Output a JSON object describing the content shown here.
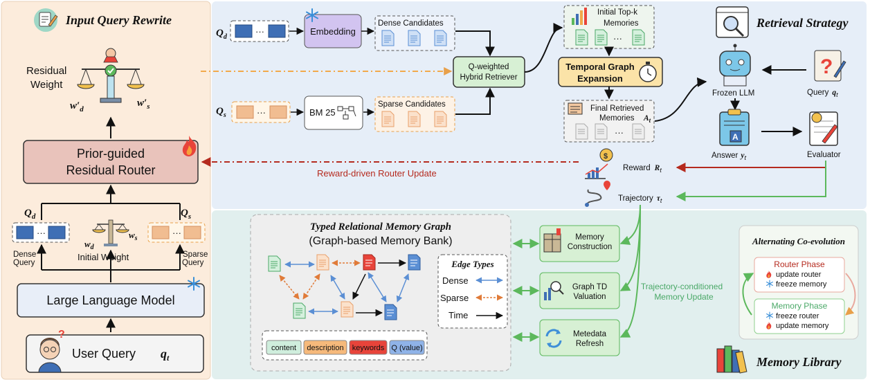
{
  "sections": {
    "input_rewrite": "Input Query Rewrite",
    "retrieval_strategy": "Retrieval Strategy",
    "memory_library": "Memory Library"
  },
  "left": {
    "residual_weight_line1": "Residual",
    "residual_weight_line2": "Weight",
    "w_d_prime": "w′",
    "w_d_sub": "d",
    "w_s_prime": "w′",
    "w_s_sub": "s",
    "router_line1": "Prior-guided",
    "router_line2": "Residual Router",
    "q_d": "Q",
    "q_d_sub": "d",
    "q_s": "Q",
    "q_s_sub": "s",
    "dense_query_1": "Dense",
    "dense_query_2": "Query",
    "sparse_query_1": "Sparse",
    "sparse_query_2": "Query",
    "initial_weight": "Initial  Weight",
    "w_d": "w",
    "w_d_sub2": "d",
    "w_s": "w",
    "w_s_sub2": "s",
    "llm": "Large Language Model",
    "user_query": "User Query",
    "q_t": "q",
    "q_t_sub": "t",
    "ellipsis": "···"
  },
  "retrieval": {
    "qd": "Q",
    "qd_sub": "d",
    "qs": "Q",
    "qs_sub": "s",
    "embedding": "Embedding",
    "bm25": "BM 25",
    "dense_candidates": "Dense Candidates",
    "sparse_candidates": "Sparse Candidates",
    "hybrid_line1": "Q-weighted",
    "hybrid_line2": "Hybrid Retriever",
    "topk_line1": "Initial Top-k",
    "topk_line2": "Memories",
    "temporal_line1": "Temporal Graph",
    "temporal_line2": "Expansion",
    "final_line1": "Final Retrieved",
    "final_line2": "Memories",
    "a_t": "A",
    "a_t_sub": "t",
    "frozen_llm": "Frozen LLM",
    "query_label": "Query",
    "query_qt": "q",
    "query_qt_sub": "t",
    "answer_label": "Answer",
    "answer_y": "y",
    "answer_y_sub": "t",
    "evaluator": "Evaluator",
    "reward_label": "Reward",
    "reward_r": "R",
    "reward_r_sub": "t",
    "trajectory_label": "Trajectory",
    "trajectory_tau": "τ",
    "trajectory_tau_sub": "t",
    "reward_update": "Reward-driven Router Update",
    "ellipsis": "···"
  },
  "memory": {
    "graph_title": "Typed Relational Memory Graph",
    "graph_subtitle": "(Graph-based Memory Bank)",
    "edge_types_title": "Edge Types",
    "edges": [
      {
        "label": "Dense",
        "color": "#5b8fd4"
      },
      {
        "label": "Sparse",
        "color": "#e07b39"
      },
      {
        "label": "Time",
        "color": "#000000"
      }
    ],
    "tags": [
      {
        "label": "content",
        "color": "#cfeedd"
      },
      {
        "label": "description",
        "color": "#f6b97b"
      },
      {
        "label": "keywords",
        "color": "#e8443a"
      },
      {
        "label": "Q (value)",
        "color": "#8fb3e8"
      }
    ],
    "ops": [
      {
        "line1": "Memory",
        "line2": "Construction"
      },
      {
        "line1": "Graph TD",
        "line2": "Valuation"
      },
      {
        "line1": "Metedata",
        "line2": "Refresh"
      }
    ],
    "update_line1": "Trajectory-conditioned",
    "update_line2": "Memory Update",
    "coevo_title": "Alternating Co-evolution",
    "router_phase": "Router Phase",
    "router_items": [
      "update router",
      "freeze memory"
    ],
    "memory_phase": "Memory Phase",
    "memory_items": [
      "freeze router",
      "update memory"
    ],
    "ellipsis": "···"
  },
  "colors": {
    "left_bg": "#fcecdc",
    "top_bg": "#e6eef8",
    "bottom_bg": "#e1efee",
    "router_fill": "#e9c3bb",
    "green_box": "#d7f0d4",
    "green_edge": "#5cb85c",
    "red_arrow": "#b52a1e",
    "dense_blue": "#3f6fb5",
    "sparse_peach": "#f1bd91"
  },
  "icons": [
    "pencil-notepad-icon",
    "balance-scale-icon",
    "fire-icon",
    "snowflake-icon",
    "user-avatar-icon",
    "document-icon",
    "stopwatch-icon",
    "magnifier-window-icon",
    "robot-icon",
    "question-mark-icon",
    "clipboard-answer-icon",
    "evaluator-icon",
    "reward-chart-icon",
    "trajectory-icon",
    "books-icon"
  ]
}
